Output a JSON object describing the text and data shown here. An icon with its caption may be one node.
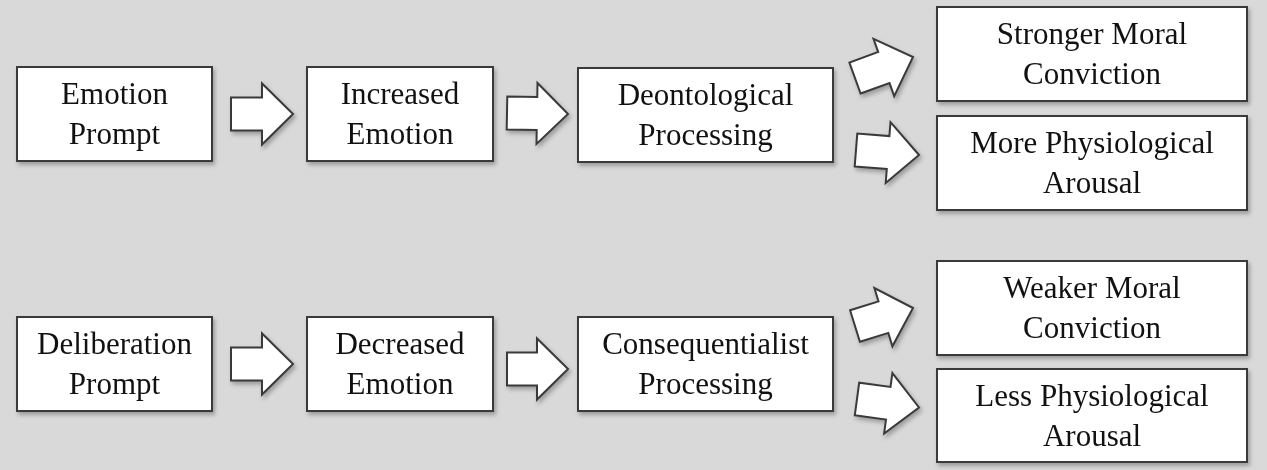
{
  "diagram": {
    "nodes": [
      {
        "text": [
          "Emotion Prompt"
        ]
      },
      {
        "text": [
          "Increased Emotion"
        ]
      },
      {
        "text": [
          "Deontological Processing"
        ]
      },
      {
        "text": [
          "Stronger Moral Conviction"
        ]
      },
      {
        "text": [
          "More Physiological Arousal"
        ]
      },
      {
        "text": [
          "Deliberation Prompt"
        ]
      },
      {
        "text": [
          "Decreased Emotion"
        ]
      },
      {
        "text": [
          "Consequentialist Processing"
        ]
      },
      {
        "text": [
          "Weaker Moral Conviction"
        ]
      },
      {
        "text": [
          "Less Physiological Arousal"
        ]
      }
    ],
    "edges": [
      {
        "from": 0,
        "to": 1,
        "arrow": "to"
      },
      {
        "from": 1,
        "to": 2,
        "arrow": "to"
      },
      {
        "from": 2,
        "to": 3,
        "arrow": "to"
      },
      {
        "from": 2,
        "to": 4,
        "arrow": "to"
      },
      {
        "from": 5,
        "to": 6,
        "arrow": "to"
      },
      {
        "from": 6,
        "to": 7,
        "arrow": "to"
      },
      {
        "from": 7,
        "to": 8,
        "arrow": "to"
      },
      {
        "from": 7,
        "to": 9,
        "arrow": "to"
      }
    ]
  }
}
